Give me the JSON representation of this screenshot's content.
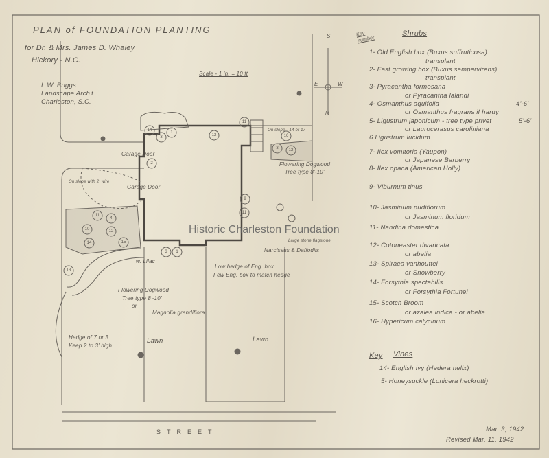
{
  "title": "PLAN of FOUNDATION PLANTING",
  "client": "for Dr. & Mrs. James D. Whaley",
  "location": "Hickory - N.C.",
  "architect": [
    "L.W. Briggs",
    "Landscape Arch't",
    "Charleston, S.C."
  ],
  "scale": "Scale - 1 in. = 10 ft",
  "compass": {
    "north": "N",
    "east": "E",
    "west": "W",
    "south": "S"
  },
  "plan_labels": {
    "garage_door_1": "Garage Door",
    "garage_door_2": "Garage Door",
    "slope_left": "On slope with 2' wire",
    "slope_right": "On slope - 14 or 17",
    "dogwood_right": "Flowering Dogwood",
    "dogwood_right_type": "Tree type 8'-10'",
    "stone": "Large stone flagstone",
    "narcissus": "Narcissus & Daffodils",
    "low_hedge": "Low hedge of Eng. box",
    "few_box": "Few Eng. box to match hedge",
    "lilac": "w. Lilac",
    "dogwood_left": "Flowering Dogwood",
    "dogwood_left_type": "Tree type 8'-10'",
    "or": "or",
    "magnolia": "Magnolia grandiflora",
    "hedge": "Hedge of 7 or 3",
    "hedge_height": "Keep 2 to 3' high",
    "lawn_left": "Lawn",
    "lawn_right": "Lawn",
    "street": "STREET"
  },
  "markers": [
    "10",
    "11",
    "14",
    "12",
    "15",
    "2",
    "3",
    "1",
    "14",
    "12",
    "11",
    "16",
    "3",
    "12",
    "4",
    "9",
    "11",
    "1",
    "3",
    "13"
  ],
  "legend": {
    "key_label": "Key number",
    "shrubs_heading": "Shrubs",
    "shrubs": [
      "1- Old English box (Buxus suffruticosa)",
      "transplant",
      "2- Fast growing box (Buxus sempervirens)",
      "transplant",
      "3- Pyracantha formosana",
      "or Pyracantha lalandi",
      "4- Osmanthus aquifolia",
      "or Osmanthus fragrans if hardy",
      "5- Ligustrum japonicum - tree type privet",
      "or Laurocerasus caroliniana",
      "6 Ligustrum lucidum",
      "7- Ilex vomitoria (Yaupon)",
      "or Japanese Barberry",
      "8- Ilex opaca (American Holly)",
      "9- Viburnum tinus",
      "10- Jasminum nudiflorum",
      "or Jasminum floridum",
      "11- Nandina domestica",
      "12- Cotoneaster divaricata",
      "or abelia",
      "13- Spiraea vanhouttei",
      "or Snowberry",
      "14- Forsythia spectabilis",
      "or Forsythia Fortunei",
      "15- Scotch Broom",
      "or azalea indica - or abelia",
      "16- Hypericum calycinum"
    ],
    "size_4": "4'-6'",
    "size_5": "5'-6'",
    "vines_key": "Key",
    "vines_heading": "Vines",
    "vines": [
      "14- English Ivy (Hedera helix)",
      "5- Honeysuckle (Lonicera heckrotti)"
    ]
  },
  "dates": [
    "Mar. 3, 1942",
    "Revised Mar. 11, 1942"
  ],
  "watermark": "Historic Charleston Foundation"
}
